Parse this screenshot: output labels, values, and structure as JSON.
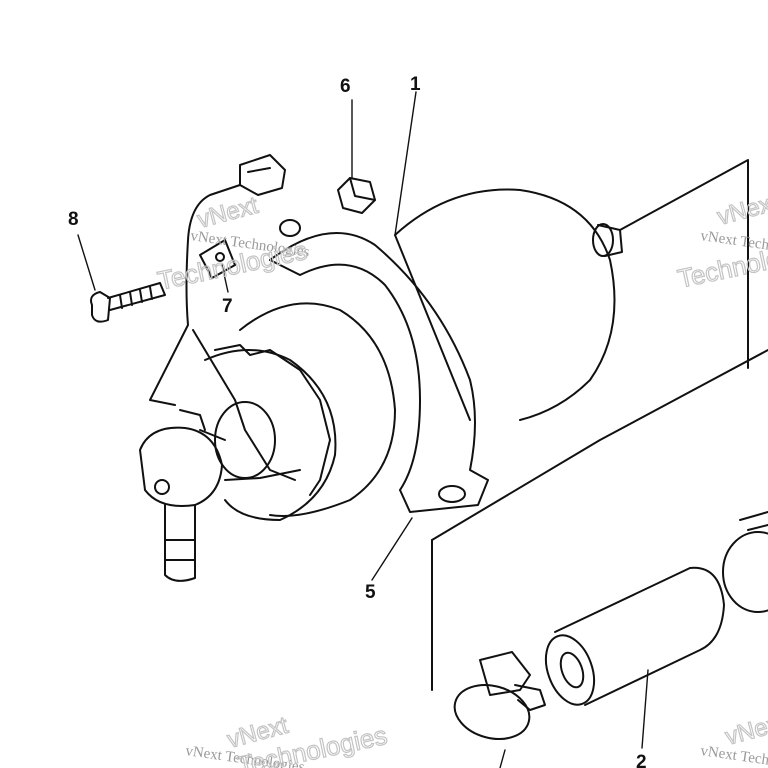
{
  "callouts": {
    "c1": "1",
    "c2": "2",
    "c5": "5",
    "c6": "6",
    "c7": "7",
    "c8": "8"
  },
  "watermark": {
    "line1": "vNext Technologies",
    "big1": "vNext",
    "big2": "Technologies"
  },
  "colors": {
    "ink": "#111111",
    "watermark": "#9a9a9a"
  }
}
